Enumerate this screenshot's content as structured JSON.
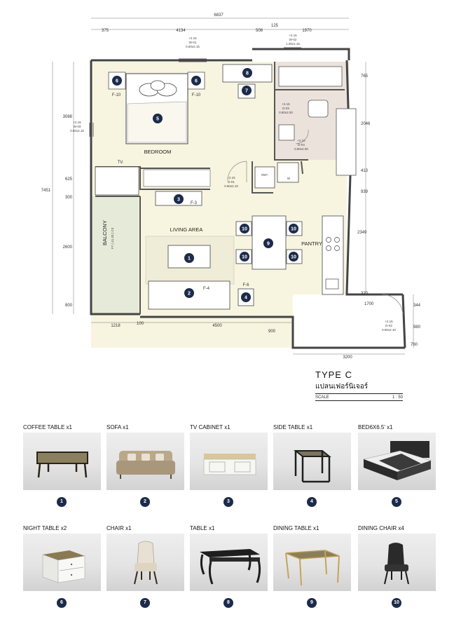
{
  "plan": {
    "title": "TYPE  C",
    "subtitle": "แปลนเฟอร์นิเจอร์",
    "scale_label": "SCALE",
    "scale_value": "1 : 50",
    "room_labels": {
      "bedroom": "BEDROOM",
      "living_area": "LIVING AREA",
      "pantry": "PANTRY",
      "balcony": "BALCONY",
      "tv": "TV.",
      "ref": "REF.",
      "w": "W"
    },
    "furniture_codes": {
      "f10_left": "F-10",
      "f10_right": "F-10",
      "f3": "F-3",
      "f4": "F-4",
      "f6": "F-6"
    },
    "balcony_note": "F7 ( 41.33 ) C3",
    "dimensions": {
      "top_total": "6837",
      "top_a": "375",
      "top_b": "4134",
      "top_c": "508",
      "top_d": "125",
      "top_e": "1970",
      "left_a": "3088",
      "left_b": "625",
      "left_c": "300",
      "left_d": "2600",
      "left_e": "800",
      "left_total": "7451",
      "right_a": "765",
      "right_b": "2046",
      "right_c": "413",
      "right_d": "939",
      "right_e": "2349",
      "right_f": "320",
      "right_g": "1700",
      "right_h": "344",
      "right_i": "980",
      "right_j": "760",
      "bottom_a": "1218",
      "bottom_b": "100",
      "bottom_c": "4500",
      "bottom_d": "900",
      "bottom_e": "3200"
    },
    "door_tags": [
      {
        "level": "+2.15",
        "code": "D-01",
        "size": "0.90x2.10"
      },
      {
        "level": "+2.15",
        "code": "D-02",
        "size": "0.90x2.10"
      },
      {
        "level": "+2.15",
        "code": "D-03",
        "size": "0.80x2.00"
      },
      {
        "level": "+2.15",
        "code": "D-04",
        "size": "0.80x2.00"
      }
    ],
    "window_tags": [
      {
        "level": "+2.15",
        "code": "W-01",
        "size": "0.60x2.15"
      },
      {
        "level": "+2.15",
        "code": "W-02",
        "size": "1.00x1.15"
      },
      {
        "level": "+2.15",
        "code": "W-03",
        "size": "0.80x2.15"
      }
    ],
    "badges": [
      "1",
      "2",
      "3",
      "4",
      "5",
      "6",
      "6",
      "7",
      "8",
      "9",
      "10",
      "10",
      "10",
      "10"
    ]
  },
  "furniture": [
    {
      "label": "COFFEE TABLE x1",
      "number": "1",
      "icon": "coffee-table-icon"
    },
    {
      "label": "SOFA x1",
      "number": "2",
      "icon": "sofa-icon"
    },
    {
      "label": "TV CABINET x1",
      "number": "3",
      "icon": "tv-cabinet-icon"
    },
    {
      "label": "SIDE TABLE x1",
      "number": "4",
      "icon": "side-table-icon"
    },
    {
      "label": "BED6X6.5' x1",
      "number": "5",
      "icon": "bed-icon"
    },
    {
      "label": "NIGHT TABLE x2",
      "number": "6",
      "icon": "night-table-icon"
    },
    {
      "label": "CHAIR x1",
      "number": "7",
      "icon": "chair-icon"
    },
    {
      "label": "TABLE x1",
      "number": "8",
      "icon": "table-icon"
    },
    {
      "label": "DINING TABLE x1",
      "number": "9",
      "icon": "dining-table-icon"
    },
    {
      "label": "DINING CHAIR x4",
      "number": "10",
      "icon": "dining-chair-icon"
    }
  ],
  "colors": {
    "floor": "#f7f5e0",
    "bathroom": "#ece2dc",
    "balcony": "#e6ead8",
    "badge": "#1c2b4a",
    "wall": "#444444"
  }
}
